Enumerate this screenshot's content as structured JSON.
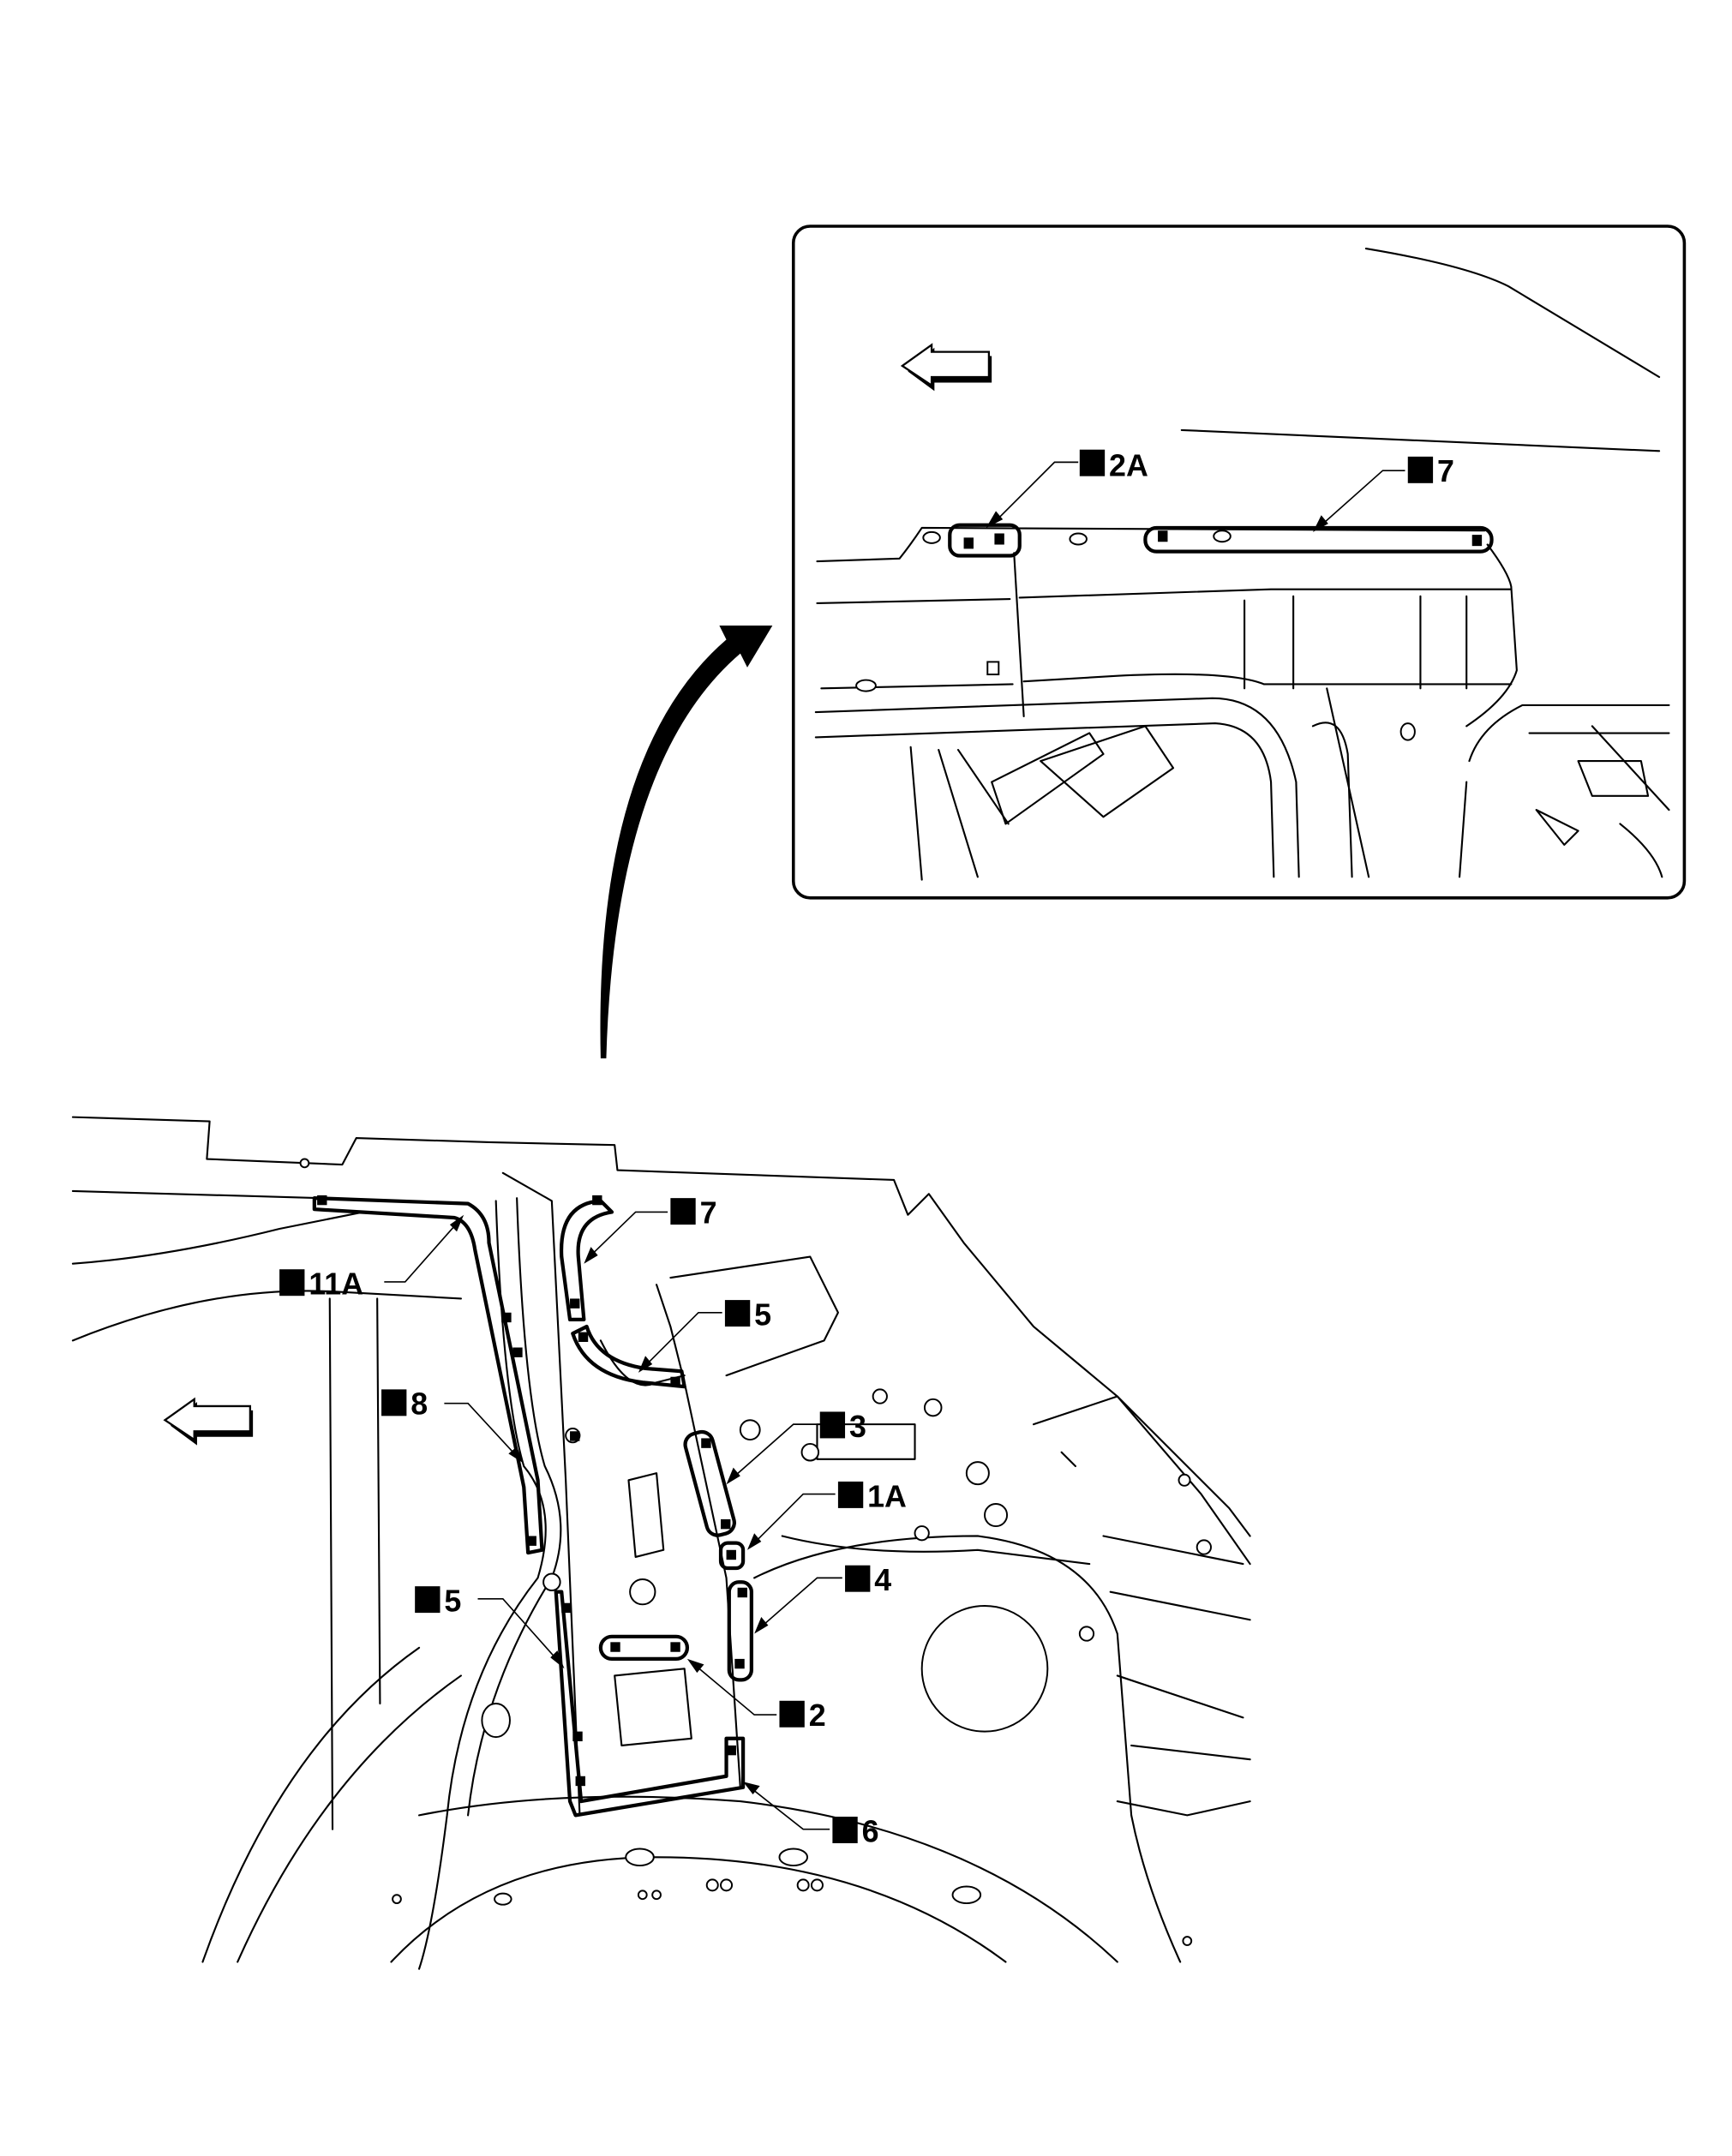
{
  "figure": {
    "type": "body panel sealer application diagram",
    "inset_labels": [
      {
        "id": "inset-2a",
        "text": "2A"
      },
      {
        "id": "inset-7",
        "text": "7"
      }
    ],
    "main_labels": [
      {
        "id": "main-7",
        "text": "7"
      },
      {
        "id": "main-11a",
        "text": "11A"
      },
      {
        "id": "main-5-upper",
        "text": "5"
      },
      {
        "id": "main-8",
        "text": "8"
      },
      {
        "id": "main-3",
        "text": "3"
      },
      {
        "id": "main-1a",
        "text": "1A"
      },
      {
        "id": "main-4",
        "text": "4"
      },
      {
        "id": "main-5-lower",
        "text": "5"
      },
      {
        "id": "main-2",
        "text": "2"
      },
      {
        "id": "main-6",
        "text": "6"
      }
    ],
    "icons": [
      "front-direction-arrow-icon",
      "detail-callout-arrow-icon",
      "sealer-point-marker-icon"
    ],
    "colors": {
      "line": "#000000",
      "background": "#ffffff"
    }
  }
}
